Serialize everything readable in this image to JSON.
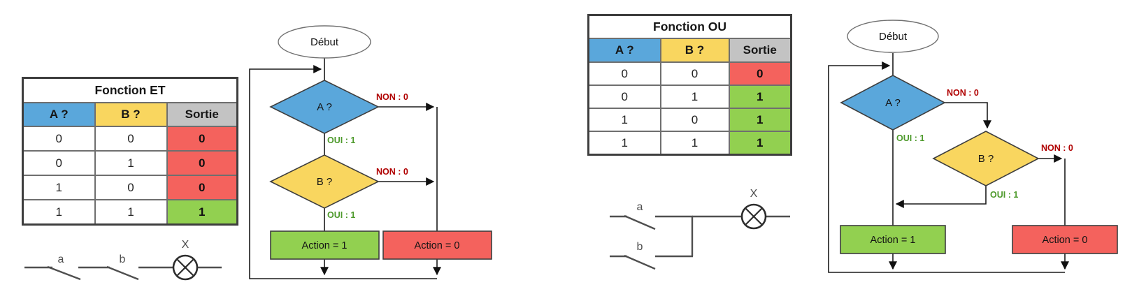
{
  "colors": {
    "blue": "#5aa7db",
    "yellow": "#f9d65f",
    "gray_header": "#c3c3c3",
    "green": "#92d050",
    "red": "#f4625d",
    "non_label": "#b00000",
    "oui_label": "#4e9a2c"
  },
  "panels": {
    "et": {
      "table": {
        "title": "Fonction ET",
        "col_a": "A ?",
        "col_b": "B ?",
        "col_out": "Sortie",
        "rows": [
          {
            "a": "0",
            "b": "0",
            "out": "0",
            "out_color": "#f4625d"
          },
          {
            "a": "0",
            "b": "1",
            "out": "0",
            "out_color": "#f4625d"
          },
          {
            "a": "1",
            "b": "0",
            "out": "0",
            "out_color": "#f4625d"
          },
          {
            "a": "1",
            "b": "1",
            "out": "1",
            "out_color": "#92d050"
          }
        ]
      },
      "circuit": {
        "switch_a": "a",
        "switch_b": "b",
        "lamp": "X"
      },
      "flow": {
        "start": "Début",
        "cond_a": "A ?",
        "cond_b": "B ?",
        "non_a": "NON : 0",
        "non_b": "NON : 0",
        "oui_a": "OUI : 1",
        "oui_b": "OUI : 1",
        "action_yes": "Action = 1",
        "action_no": "Action = 0"
      }
    },
    "ou": {
      "table": {
        "title": "Fonction OU",
        "col_a": "A ?",
        "col_b": "B ?",
        "col_out": "Sortie",
        "rows": [
          {
            "a": "0",
            "b": "0",
            "out": "0",
            "out_color": "#f4625d"
          },
          {
            "a": "0",
            "b": "1",
            "out": "1",
            "out_color": "#92d050"
          },
          {
            "a": "1",
            "b": "0",
            "out": "1",
            "out_color": "#92d050"
          },
          {
            "a": "1",
            "b": "1",
            "out": "1",
            "out_color": "#92d050"
          }
        ]
      },
      "circuit": {
        "switch_a": "a",
        "switch_b": "b",
        "lamp": "X"
      },
      "flow": {
        "start": "Début",
        "cond_a": "A ?",
        "cond_b": "B ?",
        "non_a": "NON : 0",
        "non_b": "NON : 0",
        "oui_a": "OUI : 1",
        "oui_b": "OUI : 1",
        "action_yes": "Action = 1",
        "action_no": "Action = 0"
      }
    }
  }
}
